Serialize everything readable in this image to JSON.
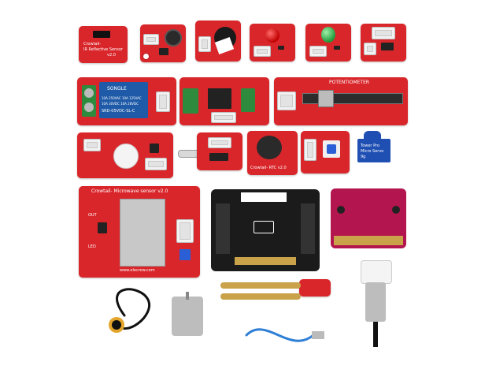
{
  "labels": {
    "ir_title": "Crowtail-",
    "ir_sub": "IR Reflective Sensor",
    "ir_ver": "v2.0",
    "relay_brand": "SONGLE",
    "relay_model": "SRD-05VDC-SL-C",
    "relay_spec1": "10A 250VAC 10A 125VAC",
    "relay_spec2": "10A 30VDC 10A 28VDC",
    "pot_title": "POTENTIOMETER",
    "rtc_label": "Crowtail- RTC v2.0",
    "servo_label": "Tower Pro",
    "servo_label2": "Micro Servo",
    "servo_label3": "9g",
    "mw_title": "Crowtail- Microwave sensor v2.0",
    "mw_site": "www.elecrow.com",
    "mw_out": "OUT",
    "mw_led": "LED"
  },
  "colors": {
    "board_red": "#d9262b",
    "pcb_black": "#1b1b1b",
    "microbit_pink": "#b3154e",
    "gold": "#c9a24a",
    "cable_blue": "#2f7fd6",
    "terminal_green": "#2e8b3d",
    "servo_blue": "#1f4fb3"
  }
}
